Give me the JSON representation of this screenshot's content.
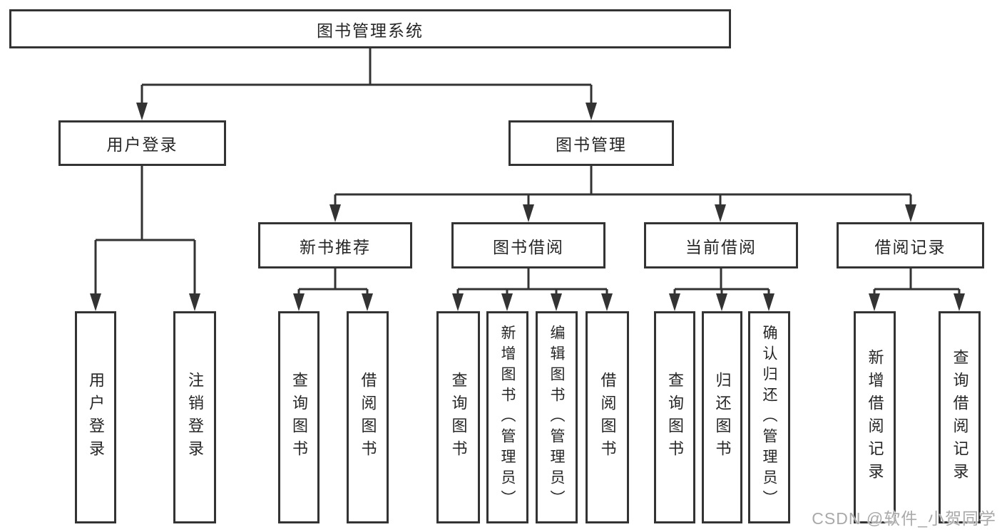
{
  "diagram": {
    "title": "图书管理系统",
    "type": "hierarchy-tree",
    "colors": {
      "background": "#ffffff",
      "line": "#333333",
      "border": "#333333",
      "text": "#262626",
      "watermark": "#a9a9a9"
    },
    "watermark": "CSDN @软件_小贺同学"
  },
  "nodes": {
    "root": {
      "label": "图书管理系统"
    },
    "user_login": {
      "label": "用户登录"
    },
    "book_mgmt": {
      "label": "图书管理"
    },
    "new_book_rec": {
      "label": "新书推荐"
    },
    "book_borrow": {
      "label": "图书借阅"
    },
    "current_borrow": {
      "label": "当前借阅"
    },
    "borrow_records": {
      "label": "借阅记录"
    },
    "leaf_user_login": {
      "label": "用户登录"
    },
    "leaf_logout": {
      "label": "注销登录"
    },
    "leaf_rec_query": {
      "label": "查询图书"
    },
    "leaf_rec_borrow": {
      "label": "借阅图书"
    },
    "leaf_bb_query": {
      "label": "查询图书"
    },
    "leaf_bb_add": {
      "label": "新增图书（管理员）"
    },
    "leaf_bb_edit": {
      "label": "编辑图书（管理员）"
    },
    "leaf_bb_borrow": {
      "label": "借阅图书"
    },
    "leaf_cur_query": {
      "label": "查询图书"
    },
    "leaf_cur_return": {
      "label": "归还图书"
    },
    "leaf_cur_confirm": {
      "label": "确认归还（管理员）"
    },
    "leaf_log_add": {
      "label": "新增借阅记录"
    },
    "leaf_log_query": {
      "label": "查询借阅记录"
    }
  },
  "edges": [
    {
      "from": "图书管理系统",
      "to": "用户登录"
    },
    {
      "from": "图书管理系统",
      "to": "图书管理"
    },
    {
      "from": "用户登录",
      "to": "用户登录"
    },
    {
      "from": "用户登录",
      "to": "注销登录"
    },
    {
      "from": "图书管理",
      "to": "新书推荐"
    },
    {
      "from": "图书管理",
      "to": "图书借阅"
    },
    {
      "from": "图书管理",
      "to": "当前借阅"
    },
    {
      "from": "图书管理",
      "to": "借阅记录"
    },
    {
      "from": "新书推荐",
      "to": "查询图书"
    },
    {
      "from": "新书推荐",
      "to": "借阅图书"
    },
    {
      "from": "图书借阅",
      "to": "查询图书"
    },
    {
      "from": "图书借阅",
      "to": "新增图书（管理员）"
    },
    {
      "from": "图书借阅",
      "to": "编辑图书（管理员）"
    },
    {
      "from": "图书借阅",
      "to": "借阅图书"
    },
    {
      "from": "当前借阅",
      "to": "查询图书"
    },
    {
      "from": "当前借阅",
      "to": "归还图书"
    },
    {
      "from": "当前借阅",
      "to": "确认归还（管理员）"
    },
    {
      "from": "借阅记录",
      "to": "新增借阅记录"
    },
    {
      "from": "借阅记录",
      "to": "查询借阅记录"
    }
  ]
}
